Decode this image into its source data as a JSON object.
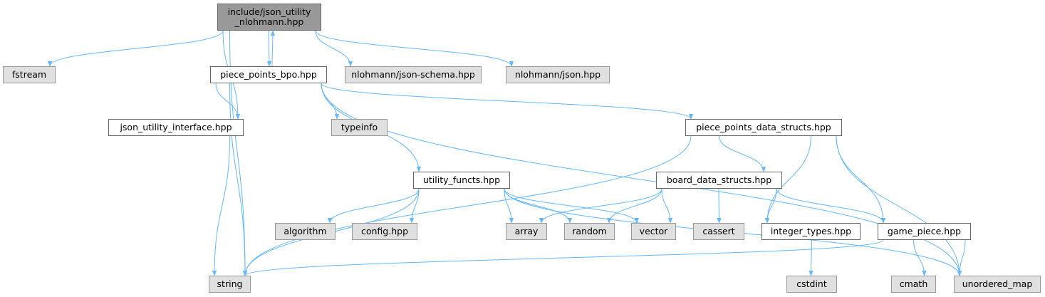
{
  "graph": {
    "edge_color": "#63b8ff",
    "node_colors": {
      "root": "#999999",
      "local": "#ffffff",
      "system": "#e0e0e0"
    },
    "nodes": [
      {
        "id": "root",
        "label": "include/json_utility\n_nlohmann.hpp",
        "kind": "root"
      },
      {
        "id": "fstream",
        "label": "fstream",
        "kind": "system"
      },
      {
        "id": "ppbpo",
        "label": "piece_points_bpo.hpp",
        "kind": "local"
      },
      {
        "id": "nschema",
        "label": "nlohmann/json-schema.hpp",
        "kind": "system"
      },
      {
        "id": "njson",
        "label": "nlohmann/json.hpp",
        "kind": "system"
      },
      {
        "id": "jui",
        "label": "json_utility_interface.hpp",
        "kind": "local"
      },
      {
        "id": "typeinfo",
        "label": "typeinfo",
        "kind": "system"
      },
      {
        "id": "ppds",
        "label": "piece_points_data_structs.hpp",
        "kind": "local"
      },
      {
        "id": "uf",
        "label": "utility_functs.hpp",
        "kind": "local"
      },
      {
        "id": "bds",
        "label": "board_data_structs.hpp",
        "kind": "local"
      },
      {
        "id": "algorithm",
        "label": "algorithm",
        "kind": "system"
      },
      {
        "id": "config",
        "label": "config.hpp",
        "kind": "system"
      },
      {
        "id": "array",
        "label": "array",
        "kind": "system"
      },
      {
        "id": "random",
        "label": "random",
        "kind": "system"
      },
      {
        "id": "vector",
        "label": "vector",
        "kind": "system"
      },
      {
        "id": "cassert",
        "label": "cassert",
        "kind": "system"
      },
      {
        "id": "inttypes",
        "label": "integer_types.hpp",
        "kind": "local"
      },
      {
        "id": "gamepiece",
        "label": "game_piece.hpp",
        "kind": "local"
      },
      {
        "id": "string",
        "label": "string",
        "kind": "system"
      },
      {
        "id": "cstdint",
        "label": "cstdint",
        "kind": "system"
      },
      {
        "id": "cmath",
        "label": "cmath",
        "kind": "system"
      },
      {
        "id": "umap",
        "label": "unordered_map",
        "kind": "system"
      }
    ],
    "edges": [
      [
        "root",
        "fstream"
      ],
      [
        "root",
        "ppbpo"
      ],
      [
        "root",
        "nschema"
      ],
      [
        "root",
        "njson"
      ],
      [
        "root",
        "jui"
      ],
      [
        "root",
        "string"
      ],
      [
        "ppbpo",
        "root"
      ],
      [
        "ppbpo",
        "jui"
      ],
      [
        "ppbpo",
        "typeinfo"
      ],
      [
        "ppbpo",
        "ppds"
      ],
      [
        "ppbpo",
        "uf"
      ],
      [
        "ppbpo",
        "string"
      ],
      [
        "ppbpo",
        "umap"
      ],
      [
        "jui",
        "string"
      ],
      [
        "ppds",
        "string"
      ],
      [
        "ppds",
        "bds"
      ],
      [
        "ppds",
        "inttypes"
      ],
      [
        "ppds",
        "gamepiece"
      ],
      [
        "ppds",
        "umap"
      ],
      [
        "uf",
        "algorithm"
      ],
      [
        "uf",
        "config"
      ],
      [
        "uf",
        "array"
      ],
      [
        "uf",
        "random"
      ],
      [
        "uf",
        "vector"
      ],
      [
        "uf",
        "string"
      ],
      [
        "uf",
        "umap"
      ],
      [
        "bds",
        "array"
      ],
      [
        "bds",
        "random"
      ],
      [
        "bds",
        "vector"
      ],
      [
        "bds",
        "cassert"
      ],
      [
        "bds",
        "inttypes"
      ],
      [
        "bds",
        "gamepiece"
      ],
      [
        "inttypes",
        "cstdint"
      ],
      [
        "gamepiece",
        "string"
      ],
      [
        "gamepiece",
        "cmath"
      ],
      [
        "gamepiece",
        "umap"
      ]
    ]
  }
}
